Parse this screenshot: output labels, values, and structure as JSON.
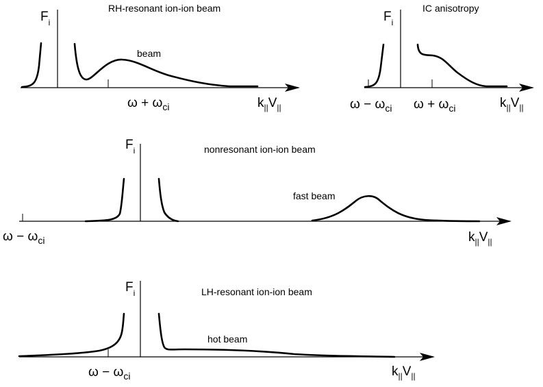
{
  "panels": {
    "rh": {
      "title": "RH-resonant ion-ion beam",
      "y_label": "F",
      "y_sub": "i",
      "annotation": "beam",
      "tick_label": {
        "pre": "ω + ω",
        "sub": "ci"
      },
      "x_label": {
        "k": "k",
        "k_sub": "||",
        "v": "V",
        "v_sub": "||"
      }
    },
    "ic": {
      "title": "IC anisotropy",
      "y_label": "F",
      "y_sub": "i",
      "tick_label_left": {
        "pre": "ω − ω",
        "sub": "ci"
      },
      "tick_label_right": {
        "pre": "ω + ω",
        "sub": "ci"
      },
      "x_label": {
        "k": "k",
        "k_sub": "||",
        "v": "V",
        "v_sub": "||"
      }
    },
    "nonres": {
      "title": "nonresonant ion-ion beam",
      "y_label": "F",
      "y_sub": "i",
      "annotation": "fast beam",
      "tick_label": {
        "pre": "ω − ω",
        "sub": "ci"
      },
      "x_label": {
        "k": "k",
        "k_sub": "||",
        "v": "V",
        "v_sub": "||"
      }
    },
    "lh": {
      "title": "LH-resonant ion-ion beam",
      "y_label": "F",
      "y_sub": "i",
      "annotation": "hot beam",
      "tick_label": {
        "pre": "ω − ω",
        "sub": "ci"
      },
      "x_label": {
        "k": "k",
        "k_sub": "||",
        "v": "V",
        "v_sub": "||"
      }
    }
  }
}
